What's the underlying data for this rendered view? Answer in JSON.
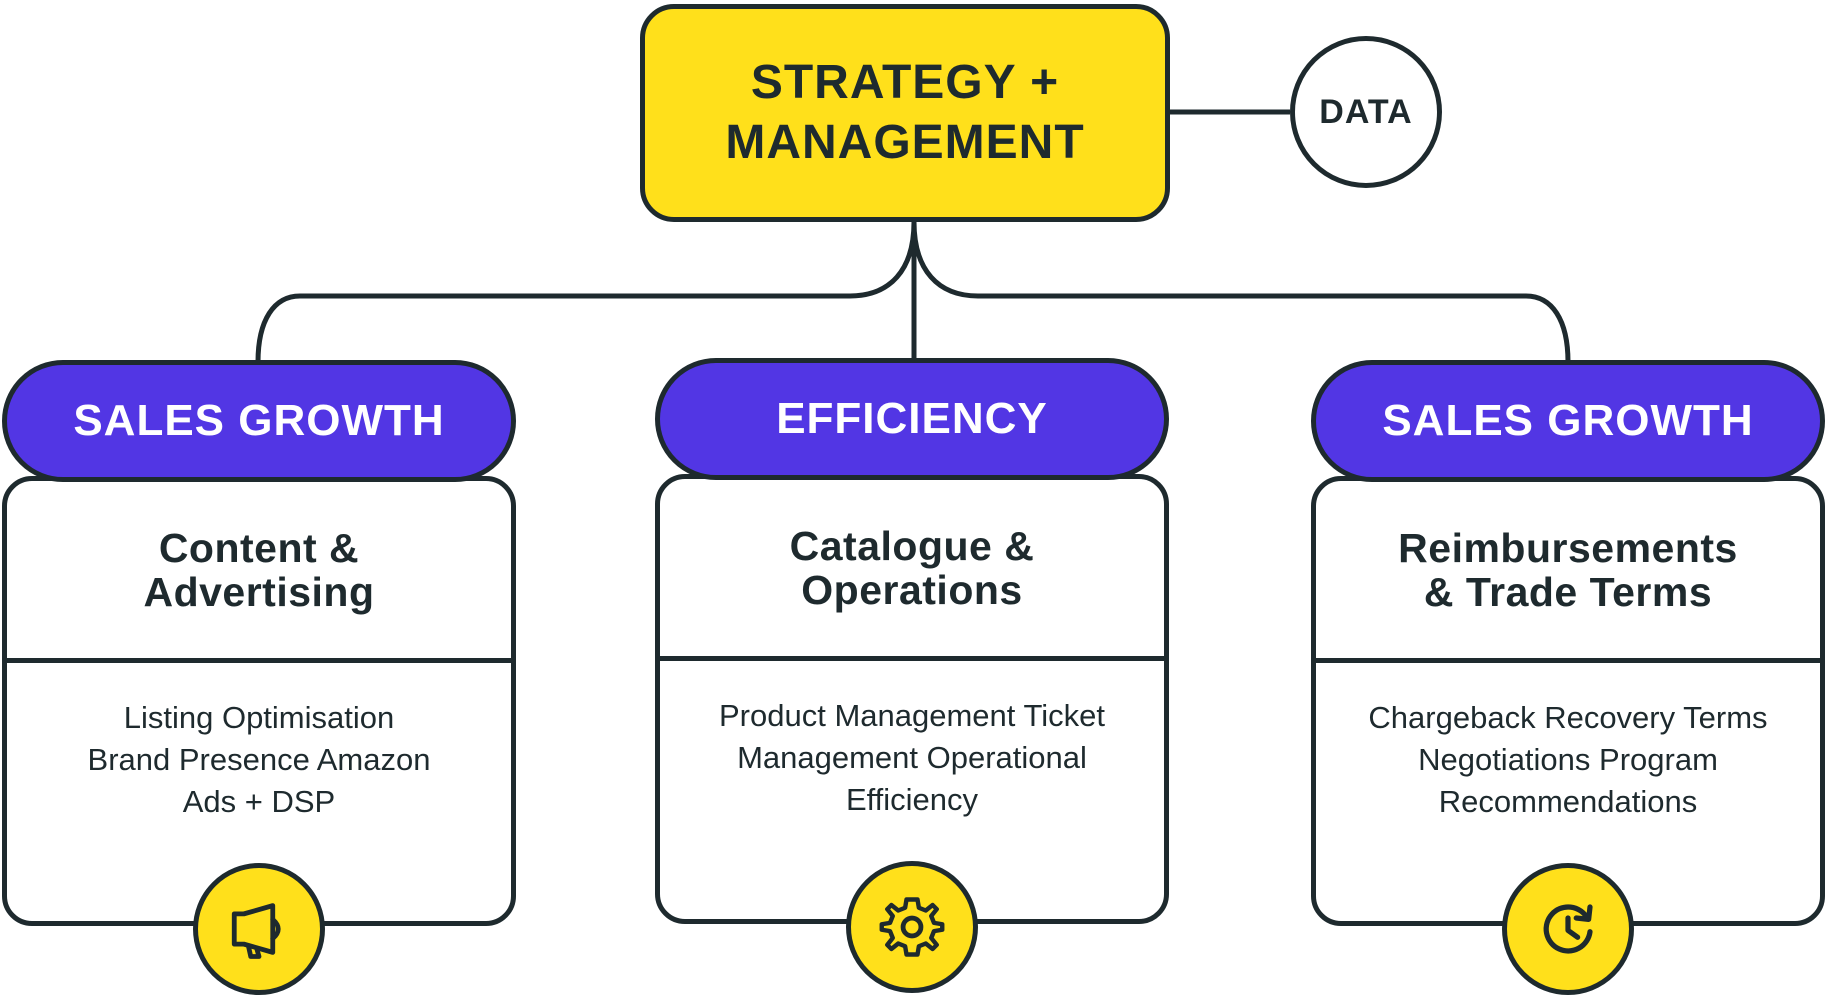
{
  "root": {
    "line1": "STRATEGY +",
    "line2": "MANAGEMENT"
  },
  "data_node": {
    "label": "DATA"
  },
  "branches": [
    {
      "pill": "SALES GROWTH",
      "title_line1": "Content &",
      "title_line2": "Advertising",
      "body_lines": [
        "Listing Optimisation",
        "Brand Presence Amazon",
        "Ads + DSP"
      ],
      "icon": "megaphone-icon"
    },
    {
      "pill": "EFFICIENCY",
      "title_line1": "Catalogue &",
      "title_line2": "Operations",
      "body_lines": [
        "Product Management Ticket",
        "Management Operational",
        "Efficiency"
      ],
      "icon": "gear-icon"
    },
    {
      "pill": "SALES GROWTH",
      "title_line1": "Reimbursements",
      "title_line2": "& Trade Terms",
      "body_lines": [
        "Chargeback Recovery Terms",
        "Negotiations Program",
        "Recommendations"
      ],
      "icon": "clock-refresh-icon"
    }
  ],
  "colors": {
    "yellow": "#ffe01b",
    "purple": "#5236e4",
    "ink": "#1e2a2e",
    "white": "#ffffff"
  }
}
